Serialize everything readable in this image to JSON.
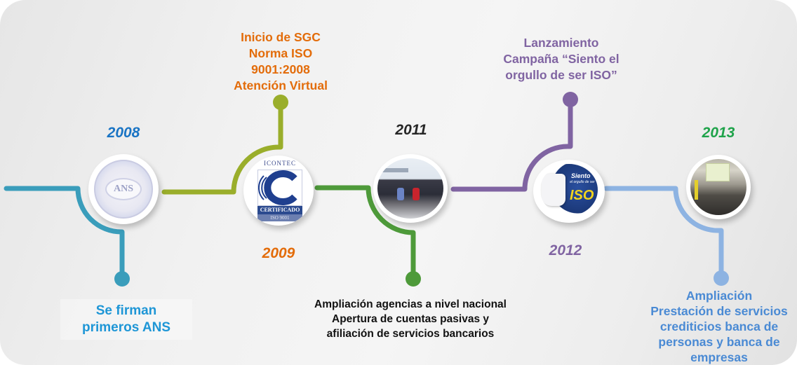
{
  "timeline": {
    "events": [
      {
        "year": "2008",
        "year_color": "#1a74c4",
        "line_color": "#3a9dbb",
        "description": "Se firman\nprimeros ANS",
        "description_color": "#1e96d6",
        "image_icon": "ans-seal-icon",
        "image_text": "ANS"
      },
      {
        "year": "2009",
        "year_color": "#e36c0a",
        "line_color": "#9aae2b",
        "description": "Inicio de SGC\nNorma ISO\n9001:2008\nAtención Virtual",
        "description_color": "#e36c0a",
        "image_icon": "icontec-certificado-icon",
        "image_text_top": "ICONTEC",
        "image_text_bottom": "CERTIFICADO",
        "image_text_footer": "ISO 9001"
      },
      {
        "year": "2011",
        "year_color": "#262626",
        "line_color": "#4e9a3a",
        "description": "Ampliación agencias a nivel nacional\nApertura de cuentas pasivas y\nafiliación de servicios bancarios",
        "description_color": "#111111",
        "image_icon": "group-photo-certificate-icon"
      },
      {
        "year": "2012",
        "year_color": "#8064a2",
        "line_color": "#8064a2",
        "description": "Lanzamiento\nCampaña “Siento el\norgullo de ser ISO”",
        "description_color": "#8064a2",
        "image_icon": "thumbs-up-iso-icon",
        "image_text_siento": "Siento",
        "image_text_small": "el orgullo de ser",
        "image_text_iso": "ISO"
      },
      {
        "year": "2013",
        "year_color": "#1fa34a",
        "line_color": "#8db3e2",
        "description": "Ampliación\nPrestación de servicios\ncrediticios banca de\npersonas y banca de\nempresas",
        "description_color": "#4a8ad4",
        "image_icon": "auditorium-photo-icon"
      }
    ]
  }
}
